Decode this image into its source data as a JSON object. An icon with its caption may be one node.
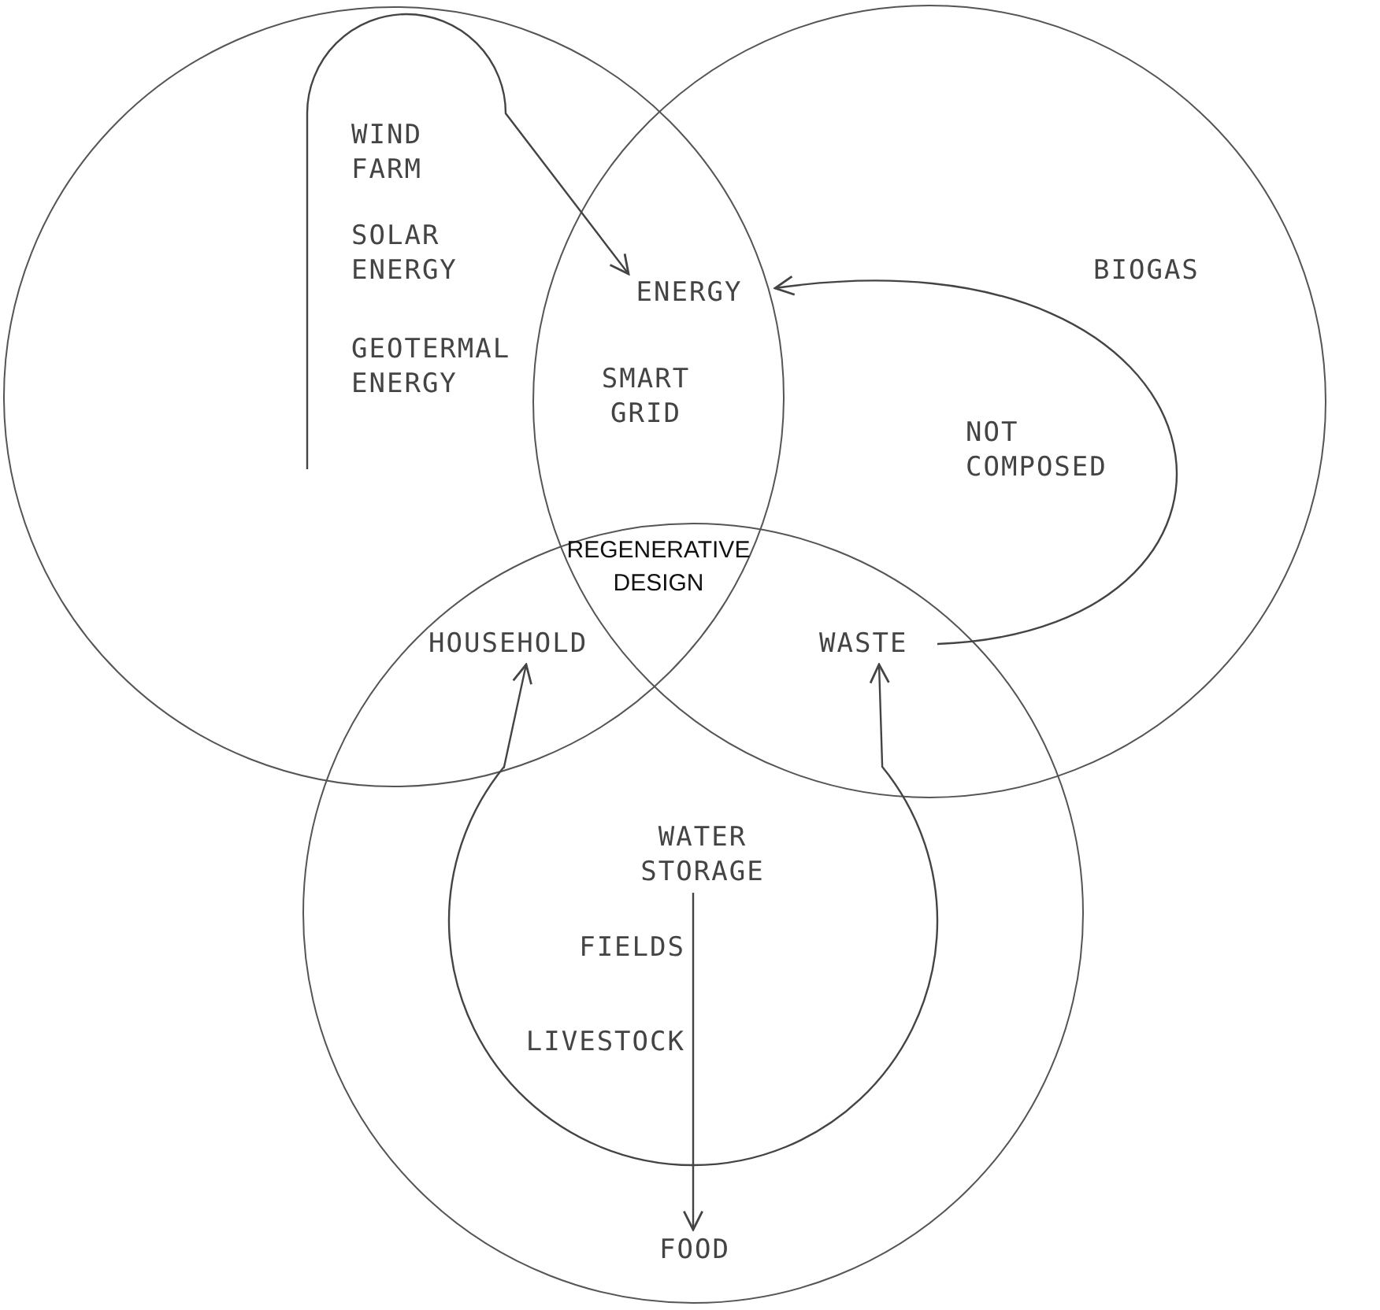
{
  "diagram": {
    "nodes": [
      {
        "text": [],
        "shape": "circle"
      },
      {
        "text": [],
        "shape": "circle"
      },
      {
        "text": [
          "WIND FARM"
        ],
        "in": 0
      },
      {
        "text": [
          "SOLAR ENERGY"
        ],
        "in": 0
      },
      {
        "text": [
          "ENERGY"
        ]
      },
      {
        "text": [
          "BIOGAS"
        ],
        "in": 1
      },
      {
        "text": [
          "GEOTERMAL ENERGY"
        ],
        "in": 0
      },
      {
        "text": [
          "SMART GRID"
        ]
      },
      {
        "text": [
          "NOT COMPOSED"
        ],
        "in": 1
      },
      {
        "text": [],
        "shape": "circle"
      },
      {
        "text": [
          "REGENERATIVE DESIGN"
        ]
      },
      {
        "text": [
          "HOUSEHOLD"
        ]
      },
      {
        "text": [
          "WASTE"
        ]
      },
      {
        "text": [
          "WATER STORAGE"
        ],
        "in": 9
      },
      {
        "text": [
          "FIELDS"
        ],
        "in": 9
      },
      {
        "text": [
          "LIVESTOCK"
        ],
        "in": 9
      },
      {
        "text": [
          "FOOD"
        ],
        "in": 9
      }
    ],
    "edges": [
      {
        "from": null,
        "to": 4,
        "arrow": "to"
      },
      {
        "from": 12,
        "to": 4,
        "arrow": "to"
      },
      {
        "from": 11,
        "to": 12,
        "arrow": "both"
      },
      {
        "from": 13,
        "to": 16,
        "arrow": "to"
      }
    ]
  }
}
